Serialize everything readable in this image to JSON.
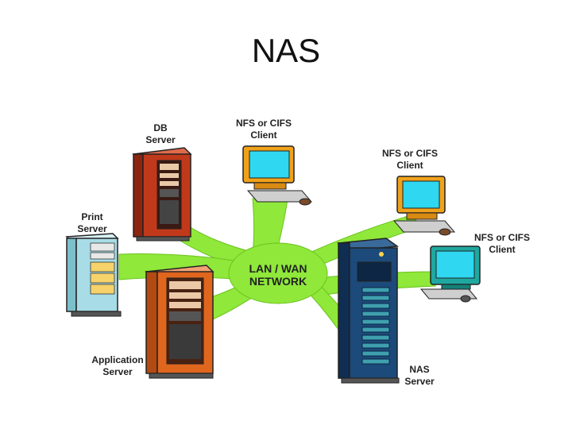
{
  "title": "NAS",
  "network": {
    "line1": "LAN / WAN",
    "line2": "NETWORK"
  },
  "nodes": {
    "db_server": {
      "line1": "DB",
      "line2": "Server"
    },
    "print_server": {
      "line1": "Print",
      "line2": "Server"
    },
    "application_server": {
      "line1": "Application",
      "line2": "Server"
    },
    "nfs_client_top": {
      "line1": "NFS or CIFS",
      "line2": "Client"
    },
    "nfs_client_mid": {
      "line1": "NFS or CIFS",
      "line2": "Client"
    },
    "nfs_client_right": {
      "line1": "NFS or CIFS",
      "line2": "Client"
    },
    "nas": {
      "line1": "NAS",
      "line2": "Server"
    }
  },
  "colors": {
    "link": "#8fe83a",
    "server_red": "#c0391b",
    "server_orange": "#e0661e",
    "print_server": "#a8dce6",
    "nas_blue": "#1c4a7a",
    "monitor_screen": "#2fd7f0",
    "monitor_body": "#f0a21a"
  }
}
